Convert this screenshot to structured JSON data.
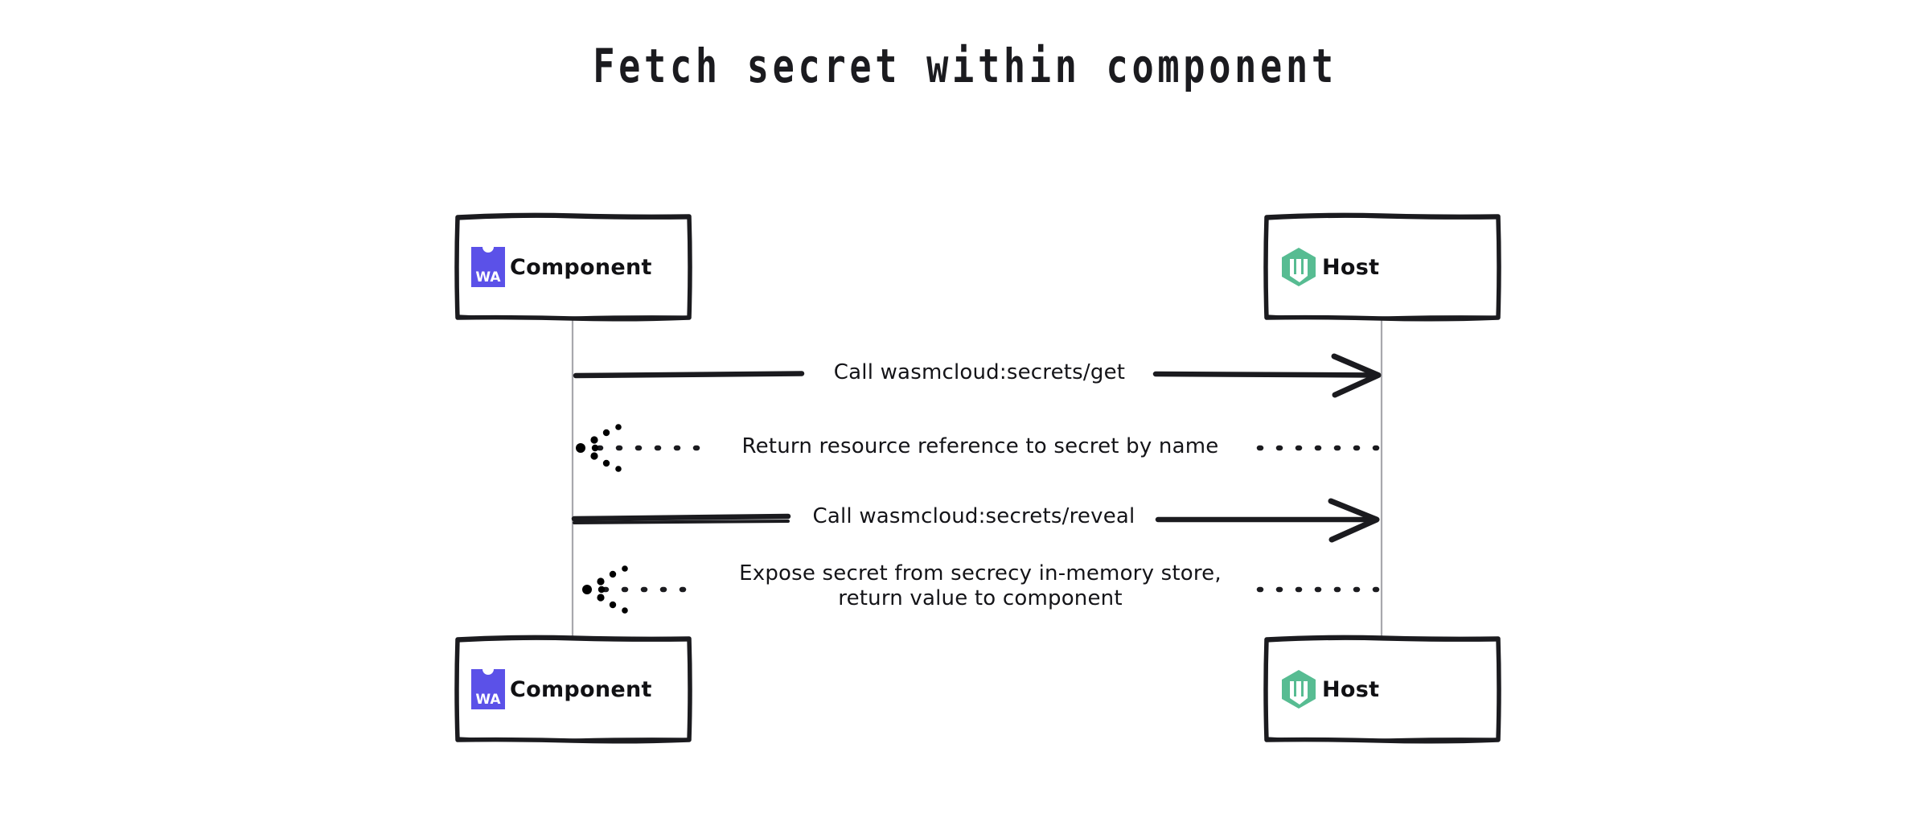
{
  "title": "Fetch secret within component",
  "colors": {
    "background": "#ffffff",
    "stroke": "#1b1b1f",
    "lifeline": "#a8a8ad",
    "component_accent": "#5b51e8",
    "host_accent": "#57bc92",
    "text": "#141418"
  },
  "diagram": {
    "type": "sequence",
    "participants": [
      {
        "id": "component-top",
        "label": "Component",
        "icon": "wasm-component-icon",
        "icon_text": "WA",
        "position": "top-left"
      },
      {
        "id": "host-top",
        "label": "Host",
        "icon": "wasmcloud-hexagon-icon",
        "position": "top-right"
      },
      {
        "id": "component-bottom",
        "label": "Component",
        "icon": "wasm-component-icon",
        "icon_text": "WA",
        "position": "bottom-left"
      },
      {
        "id": "host-bottom",
        "label": "Host",
        "icon": "wasmcloud-hexagon-icon",
        "position": "bottom-right"
      }
    ],
    "messages": [
      {
        "id": "msg-1",
        "label": "Call wasmcloud:secrets/get",
        "from": "component",
        "to": "host",
        "direction": "right",
        "line_style": "solid",
        "arrowhead": "open"
      },
      {
        "id": "msg-2",
        "label": "Return resource reference to secret by name",
        "from": "host",
        "to": "component",
        "direction": "left",
        "line_style": "dotted",
        "arrowhead": "dotted-open"
      },
      {
        "id": "msg-3",
        "label": "Call wasmcloud:secrets/reveal",
        "from": "component",
        "to": "host",
        "direction": "right",
        "line_style": "solid",
        "arrowhead": "open"
      },
      {
        "id": "msg-4",
        "label": "Expose secret from secrecy in-memory store,\nreturn value to component",
        "label_line_1": "Expose secret from secrecy in-memory store,",
        "label_line_2": "return value to component",
        "from": "host",
        "to": "component",
        "direction": "left",
        "line_style": "dotted",
        "arrowhead": "dotted-open"
      }
    ]
  }
}
